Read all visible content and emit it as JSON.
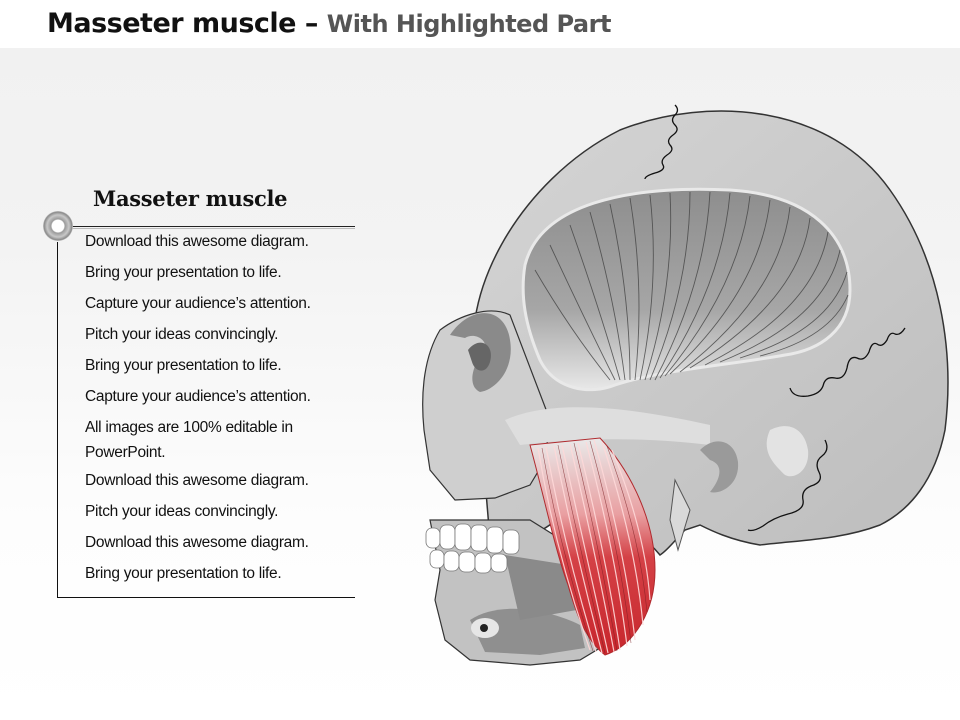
{
  "header": {
    "title_main": "Masseter muscle –",
    "title_sub": "With Highlighted Part"
  },
  "panel": {
    "heading": "Masseter muscle",
    "items": [
      "Download this awesome diagram.",
      "Bring your presentation to life.",
      "Capture your audience’s attention.",
      "Pitch your ideas convincingly.",
      "Bring your presentation to life.",
      "Capture your audience’s attention.",
      "All images are 100% editable in PowerPoint.",
      "Download this awesome diagram.",
      "Pitch your ideas convincingly.",
      "Download this awesome diagram.",
      "Bring your presentation to life."
    ]
  },
  "illustration": {
    "subject": "skull-lateral-view",
    "highlighted_part": "masseter muscle",
    "colors": {
      "bone": "#c9c9c9",
      "bone_dark": "#8f8f8f",
      "temporalis": "#9d9d9d",
      "masseter_highlight": "#d23a3f",
      "teeth": "#ffffff",
      "background": "#f1f1f1"
    }
  }
}
